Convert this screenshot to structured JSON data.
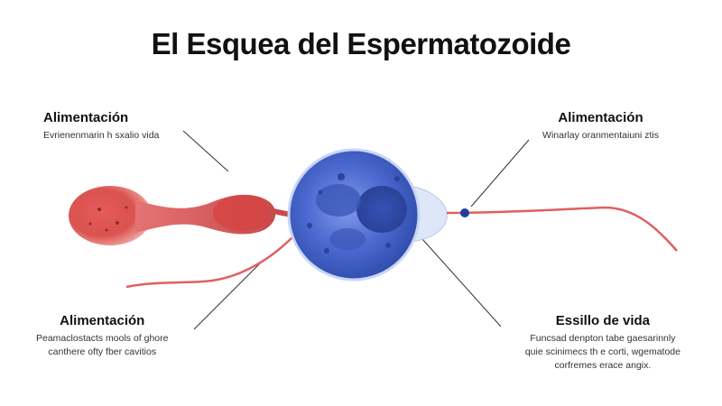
{
  "title": "El Esquea del Espermatozoide",
  "labels": {
    "top_left": {
      "heading": "Alimentación",
      "desc": "Evrienenmarin h sxalio vida"
    },
    "top_right": {
      "heading": "Alimentación",
      "desc": "Winarlay oranmentaiuni ztis"
    },
    "bottom_left": {
      "heading": "Alimentación",
      "desc_line1": "Peamaclostacts mools of ghore",
      "desc_line2": "canthere ofty fber cavitios"
    },
    "bottom_right": {
      "heading": "Essillo de vida",
      "desc_line1": "Funcsad denpton tabe gaesarinnly",
      "desc_line2": "quie scinimecs th e corti, wgematode",
      "desc_line3": "corfremes erace angix."
    }
  },
  "colors": {
    "head_red": "#d9534f",
    "nucleus_blue": "#3f5fc4",
    "tail_red": "#e06060"
  }
}
